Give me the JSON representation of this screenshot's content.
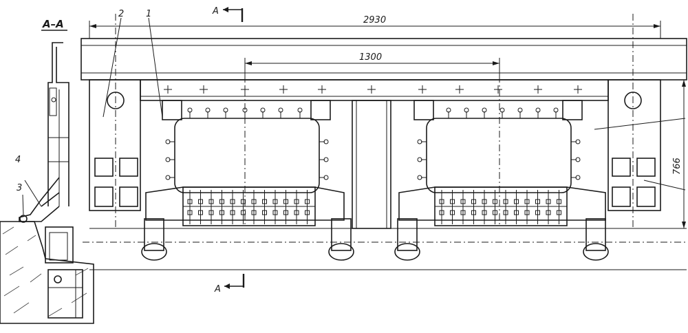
{
  "section": {
    "label": "A–A",
    "cut_mark_top": "A",
    "cut_mark_bottom": "A"
  },
  "dimensions": {
    "overall_length": "2930",
    "inner_span": "1300",
    "height": "766"
  },
  "callouts": {
    "c1": "1",
    "c2": "2",
    "c3": "3",
    "c4": "4"
  },
  "colors": {
    "line": "#1a1a1a",
    "paper": "#ffffff"
  }
}
